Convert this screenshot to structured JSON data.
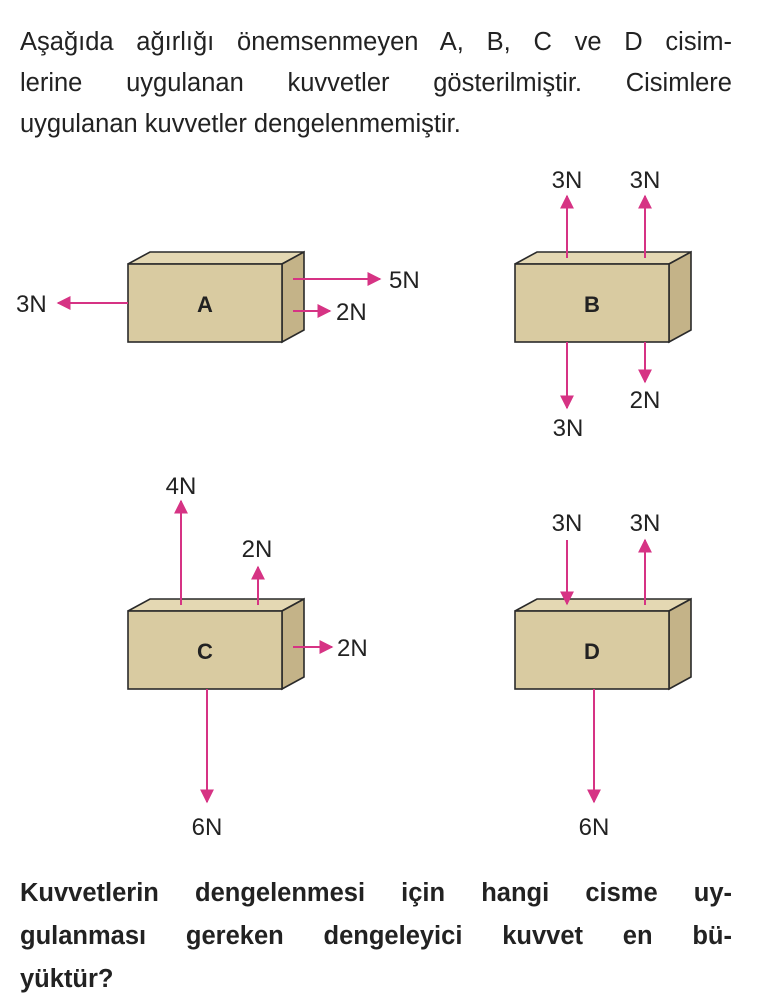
{
  "intro": {
    "line1": "Aşağıda ağırlığı önemsenmeyen A, B, C ve D cisim-",
    "line2": "lerine uygulanan kuvvetler gösterilmiştir. Cisimlere",
    "line3": "uygulanan kuvvetler dengelenmemiştir."
  },
  "bodies": {
    "A": {
      "label": "A",
      "forces": {
        "left": "3N",
        "right_top": "5N",
        "right_bottom": "2N"
      }
    },
    "B": {
      "label": "B",
      "forces": {
        "up_left": "3N",
        "up_right": "3N",
        "down_left": "3N",
        "down_right": "2N"
      }
    },
    "C": {
      "label": "C",
      "forces": {
        "up_left": "4N",
        "up_right": "2N",
        "right": "2N",
        "down": "6N"
      }
    },
    "D": {
      "label": "D",
      "forces": {
        "down_left": "3N",
        "up_right": "3N",
        "down": "6N"
      }
    }
  },
  "colors": {
    "arrow": "#d63384",
    "box_face": "#d9cba1",
    "box_top": "#e4d8b3",
    "box_side": "#c4b388"
  },
  "question": {
    "line1": "Kuvvetlerin dengelenmesi için hangi cisme uy-",
    "line2": "gulanması gereken dengeleyici kuvvet en bü-",
    "line3": "yüktür?"
  }
}
